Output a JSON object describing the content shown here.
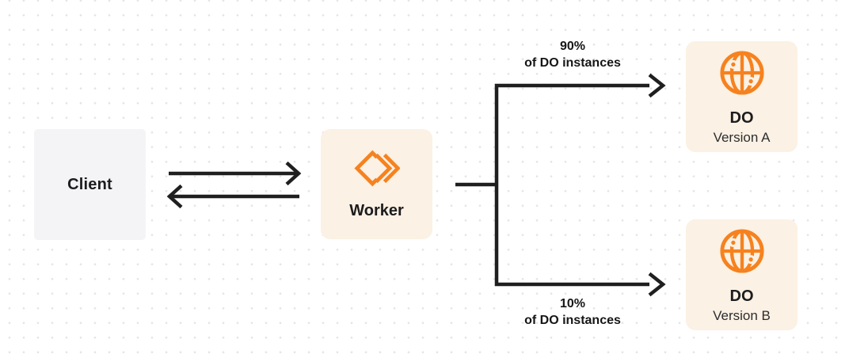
{
  "client": {
    "label": "Client"
  },
  "worker": {
    "label": "Worker",
    "icon": "workers-chevrons-icon"
  },
  "branch_top": {
    "percent": "90%",
    "caption": "of DO instances"
  },
  "branch_bottom": {
    "percent": "10%",
    "caption": "of DO instances"
  },
  "do_version_a": {
    "title": "DO",
    "subtitle": "Version A",
    "icon": "globe-icon"
  },
  "do_version_b": {
    "title": "DO",
    "subtitle": "Version B",
    "icon": "globe-icon"
  },
  "colors": {
    "accent_orange": "#F6821F",
    "node_cream": "#FBF1E4",
    "node_gray": "#F4F4F6",
    "line_dark": "#1F1F1F",
    "dot_grid": "#E6E6E8"
  }
}
